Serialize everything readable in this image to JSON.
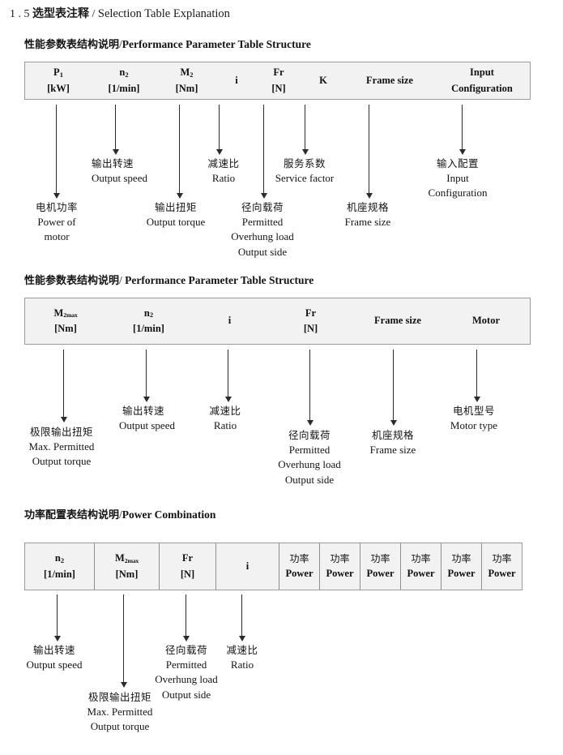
{
  "doc": {
    "number": "1 . 5",
    "title_cn": "选型表注释",
    "separator": "/",
    "title_en": "Selection Table Explanation"
  },
  "sections": [
    {
      "heading_cn": "性能参数表结构说明",
      "heading_sep": "/",
      "heading_en": "Performance Parameter Table Structure",
      "table": {
        "columns": [
          {
            "line1": "P",
            "sub1": "1",
            "line2": "[kW]"
          },
          {
            "line1": "n",
            "sub1": "2",
            "line2": "[1/min]"
          },
          {
            "line1": "M",
            "sub1": "2",
            "line2": "[Nm]"
          },
          {
            "line1": "i",
            "sub1": "",
            "line2": ""
          },
          {
            "line1": "Fr",
            "sub1": "",
            "line2": "[N]"
          },
          {
            "line1": "K",
            "sub1": "",
            "line2": ""
          },
          {
            "line1": "Frame size",
            "sub1": "",
            "line2": ""
          },
          {
            "line1": "Input",
            "sub1": "",
            "line2": "Configuration"
          }
        ]
      },
      "notes": [
        {
          "cn": "电机功率",
          "en1": "Power of",
          "en2": "motor",
          "en3": ""
        },
        {
          "cn": "输出转速",
          "en1": "Output speed",
          "en2": "",
          "en3": ""
        },
        {
          "cn": "输出扭矩",
          "en1": "Output torque",
          "en2": "",
          "en3": ""
        },
        {
          "cn": "减速比",
          "en1": "Ratio",
          "en2": "",
          "en3": ""
        },
        {
          "cn": "径向载荷",
          "en1": "Permitted",
          "en2": "Overhung load",
          "en3": "Output side"
        },
        {
          "cn": "服务系数",
          "en1": "Service factor",
          "en2": "",
          "en3": ""
        },
        {
          "cn": "机座规格",
          "en1": "Frame size",
          "en2": "",
          "en3": ""
        },
        {
          "cn": "输入配置",
          "en1": "Input",
          "en2": "Configuration",
          "en3": ""
        }
      ]
    },
    {
      "heading_cn": "性能参数表结构说明",
      "heading_sep": "/",
      "heading_en": "Performance Parameter Table Structure",
      "table": {
        "columns": [
          {
            "line1": "M",
            "sub1": "2max",
            "line2": "[Nm]"
          },
          {
            "line1": "n",
            "sub1": "2",
            "line2": "[1/min]"
          },
          {
            "line1": "i",
            "sub1": "",
            "line2": ""
          },
          {
            "line1": "Fr",
            "sub1": "",
            "line2": "[N]"
          },
          {
            "line1": "Frame size",
            "sub1": "",
            "line2": ""
          },
          {
            "line1": "Motor",
            "sub1": "",
            "line2": ""
          }
        ]
      },
      "notes": [
        {
          "cn": "极限输出扭矩",
          "en1": "Max. Permitted",
          "en2": "Output   torque",
          "en3": ""
        },
        {
          "cn": "输出转速",
          "en1": "Output speed",
          "en2": "",
          "en3": ""
        },
        {
          "cn": "减速比",
          "en1": "Ratio",
          "en2": "",
          "en3": ""
        },
        {
          "cn": "径向载荷",
          "en1": "Permitted",
          "en2": "Overhung load",
          "en3": "Output side"
        },
        {
          "cn": "机座规格",
          "en1": "Frame size",
          "en2": "",
          "en3": ""
        },
        {
          "cn": "电机型号",
          "en1": "Motor type",
          "en2": "",
          "en3": ""
        }
      ]
    },
    {
      "heading_cn": "功率配置表结构说明",
      "heading_sep": "/",
      "heading_en": "Power Combination",
      "table": {
        "columns": [
          {
            "line1": "n",
            "sub1": "2",
            "line2": "[1/min]"
          },
          {
            "line1": "M",
            "sub1": "2max",
            "line2": "[Nm]"
          },
          {
            "line1": "Fr",
            "sub1": "",
            "line2": "[N]"
          },
          {
            "line1": "i",
            "sub1": "",
            "line2": ""
          },
          {
            "line1": "功率",
            "sub1": "",
            "line2": "Power"
          },
          {
            "line1": "功率",
            "sub1": "",
            "line2": "Power"
          },
          {
            "line1": "功率",
            "sub1": "",
            "line2": "Power"
          },
          {
            "line1": "功率",
            "sub1": "",
            "line2": "Power"
          },
          {
            "line1": "功率",
            "sub1": "",
            "line2": "Power"
          },
          {
            "line1": "功率",
            "sub1": "",
            "line2": "Power"
          }
        ]
      },
      "notes": [
        {
          "cn": "输出转速",
          "en1": "Output speed",
          "en2": "",
          "en3": ""
        },
        {
          "cn": "极限输出扭矩",
          "en1": "Max. Permitted",
          "en2": "Output   torque",
          "en3": ""
        },
        {
          "cn": "径向载荷",
          "en1": "Permitted",
          "en2": "Overhung load",
          "en3": "Output side"
        },
        {
          "cn": "减速比",
          "en1": "Ratio",
          "en2": "",
          "en3": ""
        }
      ]
    }
  ],
  "colors": {
    "table_fill": "#f2f2f2",
    "table_border": "#9a9a9a",
    "arrow": "#2b2b2b",
    "text": "#141414"
  }
}
